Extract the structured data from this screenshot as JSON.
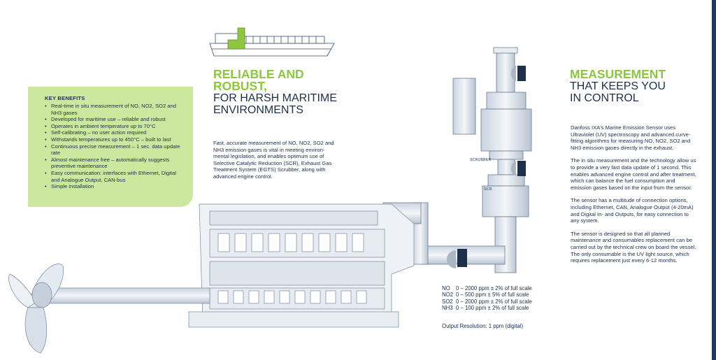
{
  "key_benefits": {
    "title": "KEY BENEFITS",
    "items": [
      "Real-time in situ measurement of NO, NO2, SO2 and NH3 gases",
      "Developed for maritime use – reliable and robust",
      "Operates in ambient temperature up to 70°C",
      "Self-calibrating – no user action required",
      "Withstands temperatures up to 450°C – built to last",
      "Continuous precise measurement – 1 sec. data update rate",
      "Almost maintenance free – automatically suggests preventive maintenance",
      "Easy communication: interfaces with Ethernet, Digital and Analogue Output, CAN-bus",
      "Simple installation"
    ]
  },
  "middle": {
    "title_green_1": "RELIABLE AND",
    "title_green_2": "ROBUST,",
    "title_dark_1": "FOR HARSH MARITIME",
    "title_dark_2": "ENVIRONMENTS",
    "body": "Fast, accurate measurement of NO, NO2, SO2 and NH3 emission gases is vital in meeting environ-mental legislation, and enables optimum use of Selective Catalytic Reduction (SCR), Exhaust Gas Treatment System (EGTS) Scrubber, along with advanced engine control."
  },
  "right": {
    "title_green": "MEASUREMENT",
    "title_dark_1": "THAT KEEPS YOU",
    "title_dark_2": "IN CONTROL",
    "paragraphs": [
      "Danfoss IXA's Marine Emission Sensor uses Ultraviolet (UV) spectroscopy and advanced curve-fitting algorithms for measuring NO, NO2, SO2 and NH3 emission gases directly in the exhaust.",
      "The in situ measurement and the technology allow us to provide a very fast data update of 1 second. This enables advanced engine control and after treatment, which can balance the fuel consumption and emission gases based on the input from the sensor.",
      "The sensor has a multitude of connection options, including Ethernet, CAN, Analogue Output (4-20mA) and Digital In- and Outputs, for easy connection to any system.",
      "The sensor is designed so that all planned maintenance and consumables replacement can be carried out by the technical crew on board the vessel. The only consumable is the UV light source, which requires replacement just every 6-12 months."
    ]
  },
  "diagram_labels": {
    "scrubber": "SCRUBBER",
    "scr": "SCR"
  },
  "specs": [
    {
      "gas": "NO",
      "range": "0 – 2000 ppm ± 2% of full scale"
    },
    {
      "gas": "NO2",
      "range": "0 – 500 ppm   ± 5% of full scale"
    },
    {
      "gas": "SO2",
      "range": "0 – 2000 ppm ± 2% of full scale"
    },
    {
      "gas": "NH3",
      "range": "0 – 100 ppm   ± 2% of full scale"
    }
  ],
  "resolution": "Output Resolution: 1 ppm (digital)",
  "colors": {
    "accent_green": "#8dc63f",
    "panel_green": "#cbe89e",
    "navy": "#1e2f4a",
    "bar_blue": "#1f3a66"
  }
}
